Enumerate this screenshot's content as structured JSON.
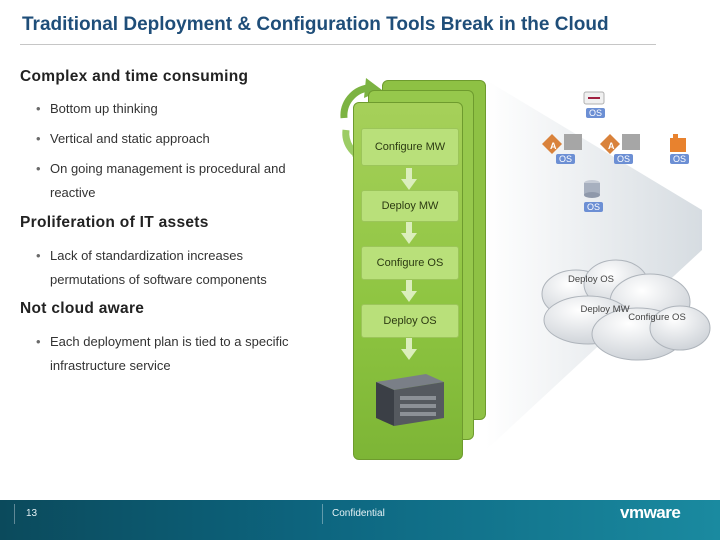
{
  "title": "Traditional Deployment & Configuration Tools Break in the Cloud",
  "sections": [
    {
      "heading": "Complex and time consuming",
      "bullets": [
        "Bottom up thinking",
        "Vertical and static approach",
        "On going management is procedural and reactive"
      ]
    },
    {
      "heading": "Proliferation of IT assets",
      "bullets": [
        "Lack of standardization increases permutations of software components"
      ]
    },
    {
      "heading": "Not cloud aware",
      "bullets": [
        "Each deployment plan is tied to a specific infrastructure service"
      ]
    }
  ],
  "stack": {
    "stages": [
      "Configure MW",
      "Deploy MW",
      "Configure OS",
      "Deploy OS"
    ],
    "icons": [
      "server-icon",
      "refresh-arrows-icon",
      "down-arrow-icon"
    ]
  },
  "cloud": {
    "labels": [
      "Deploy OS",
      "Deploy MW",
      "Configure OS"
    ],
    "vm_tags": [
      "OS",
      "OS",
      "OS",
      "OS",
      "OS"
    ],
    "app_tags": [
      "A",
      "A"
    ]
  },
  "footer": {
    "page_number": "13",
    "confidential": "Confidential",
    "logo_text": "vmware"
  },
  "colors": {
    "title": "#1f4e79",
    "stack_green": "#8dc440",
    "footer_teal": "#0d6680"
  }
}
